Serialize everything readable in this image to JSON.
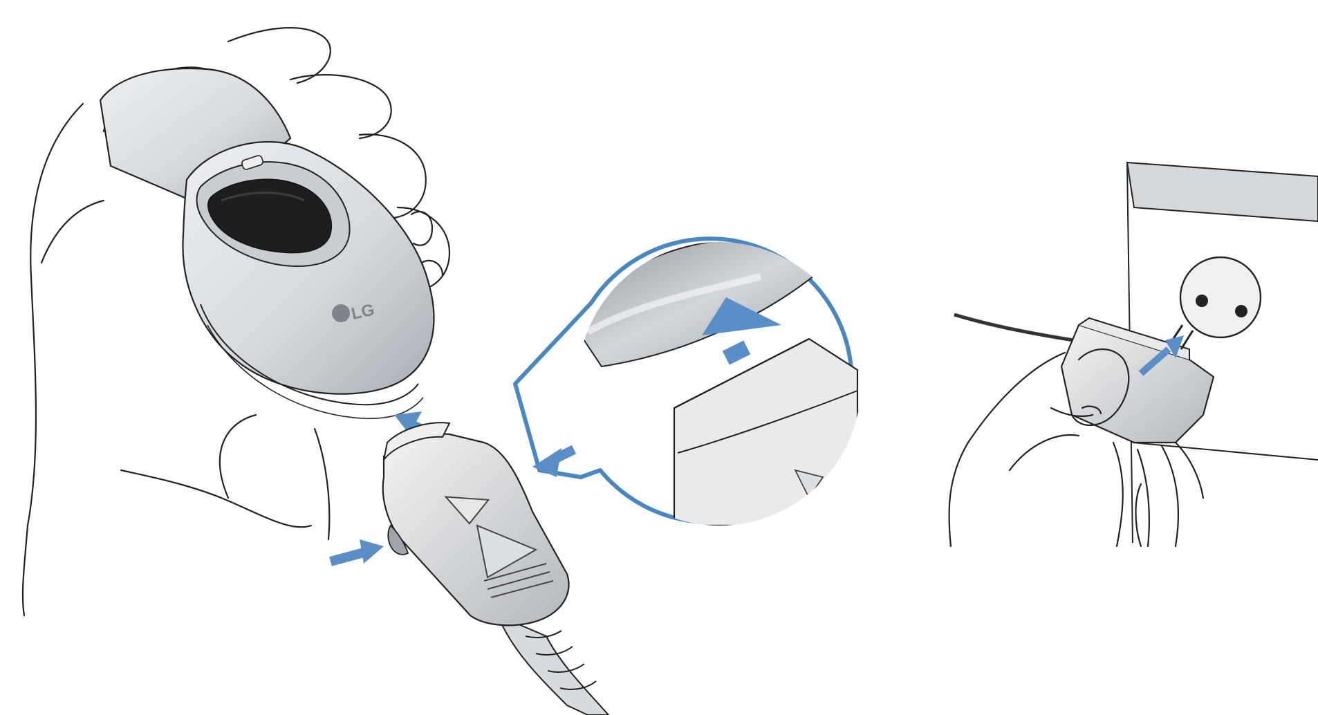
{
  "illustration": {
    "phone_brand_logo": "LG",
    "colors": {
      "accent_arrow": "#5B8EC6",
      "zoom_outline": "#4A86C0",
      "line": "#222222",
      "phone_body": "#D9DCDF",
      "phone_shadow": "#A9AEB3",
      "screen": "#1E1E1E",
      "background": "#FFFFFF"
    },
    "icons": [
      "hand-holding-phone",
      "flip-phone",
      "charger-connector",
      "zoom-callout",
      "push-arrow",
      "wall-socket",
      "power-plug"
    ]
  }
}
